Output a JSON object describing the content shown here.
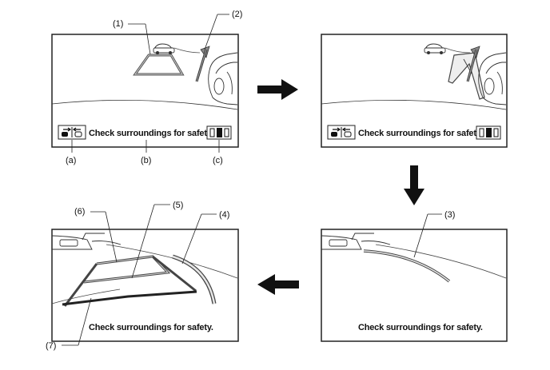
{
  "banner_text": "Check surroundings for safety.",
  "callouts": {
    "c1": "(1)",
    "c2": "(2)",
    "c3": "(3)",
    "c4": "(4)",
    "c5": "(5)",
    "c6": "(6)",
    "c7": "(7)",
    "ca": "(a)",
    "cb": "(b)",
    "cc": "(c)"
  },
  "colors": {
    "frame": "#222222",
    "guide_line": "#555555",
    "guide_fill": "#e6e6e6",
    "arrow": "#111111"
  },
  "icons": {
    "distance_guide": "distance-guide-icon",
    "mode_switch": "mode-switch-icon",
    "flow_arrow": "arrow-icon"
  }
}
